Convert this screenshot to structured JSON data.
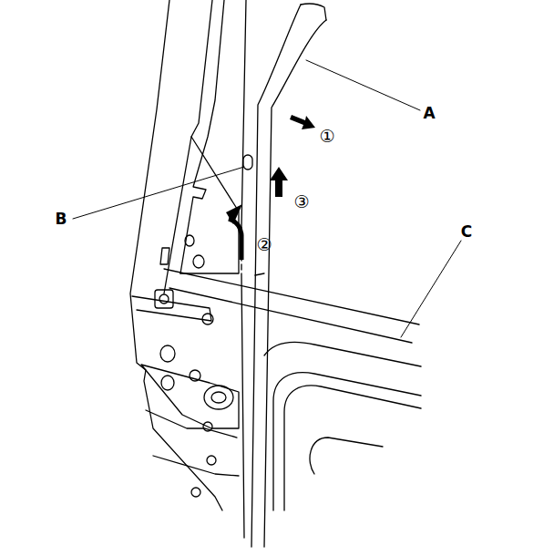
{
  "diagram": {
    "labels": [
      "A",
      "①",
      "③",
      "B",
      "C",
      "②"
    ]
  }
}
